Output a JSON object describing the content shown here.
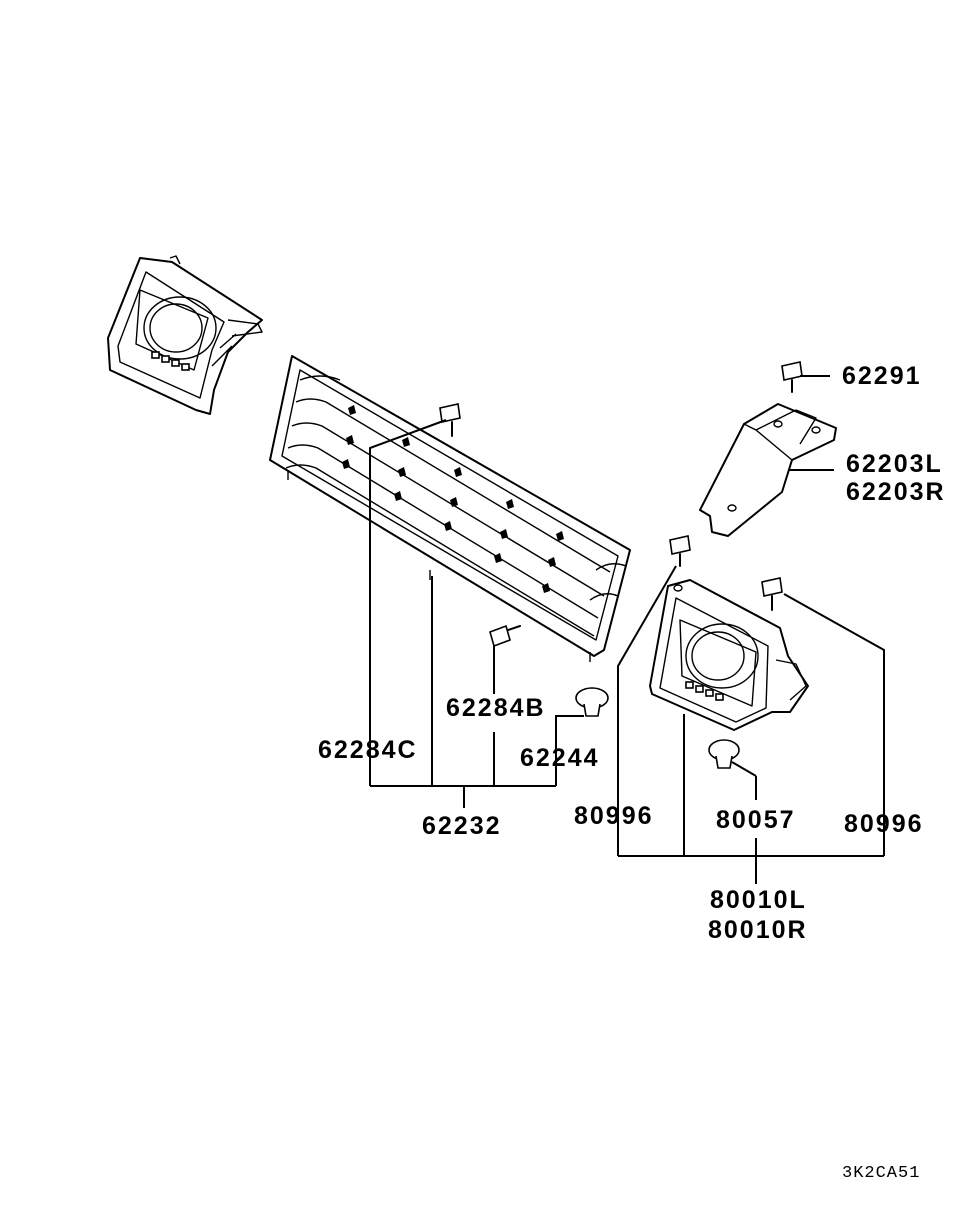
{
  "labels": {
    "p62291": "62291",
    "p62203L": "62203L",
    "p62203R": "62203R",
    "p62284C": "62284C",
    "p62284B": "62284B",
    "p62244": "62244",
    "p62232": "62232",
    "p80996_left": "80996",
    "p80057": "80057",
    "p80996_right": "80996",
    "p80010L": "80010L",
    "p80010R": "80010R"
  },
  "diagram_code": "3K2CA51",
  "parts": [
    {
      "id": "headlamp-bezel-left",
      "icon": "headlamp-bezel"
    },
    {
      "id": "radiator-grille",
      "icon": "grille"
    },
    {
      "id": "headlamp-bezel-right",
      "icon": "headlamp-bezel"
    },
    {
      "id": "grille-bracket",
      "icon": "bracket"
    },
    {
      "id": "screw",
      "icon": "screw"
    },
    {
      "id": "clip",
      "icon": "clip"
    }
  ]
}
